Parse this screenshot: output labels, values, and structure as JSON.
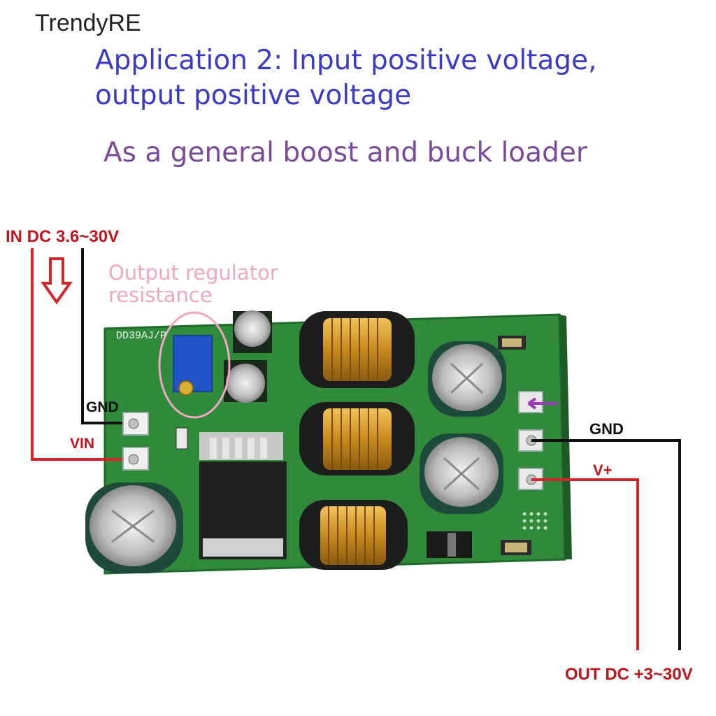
{
  "watermark": "TrendyRE",
  "title": {
    "line1": "Application 2: Input positive voltage,",
    "line2": "output positive voltage"
  },
  "subtitle": "As a general boost and buck loader",
  "input": {
    "label": "IN DC 3.6~30V",
    "gnd_label": "GND",
    "vin_label": "VIN"
  },
  "regulator_note": {
    "line1": "Output regulator",
    "line2": "resistance"
  },
  "output": {
    "gnd_label": "GND",
    "vplus_label": "V+",
    "label": "OUT DC +3~30V"
  },
  "board": {
    "model_text": "DD39AJ/P",
    "colors": {
      "pcb": "#2f8a3a",
      "wire_red": "#d4252a",
      "wire_black": "#111111",
      "inductor_copper": "#d49a2a",
      "pot_blue": "#1f55c8"
    }
  }
}
